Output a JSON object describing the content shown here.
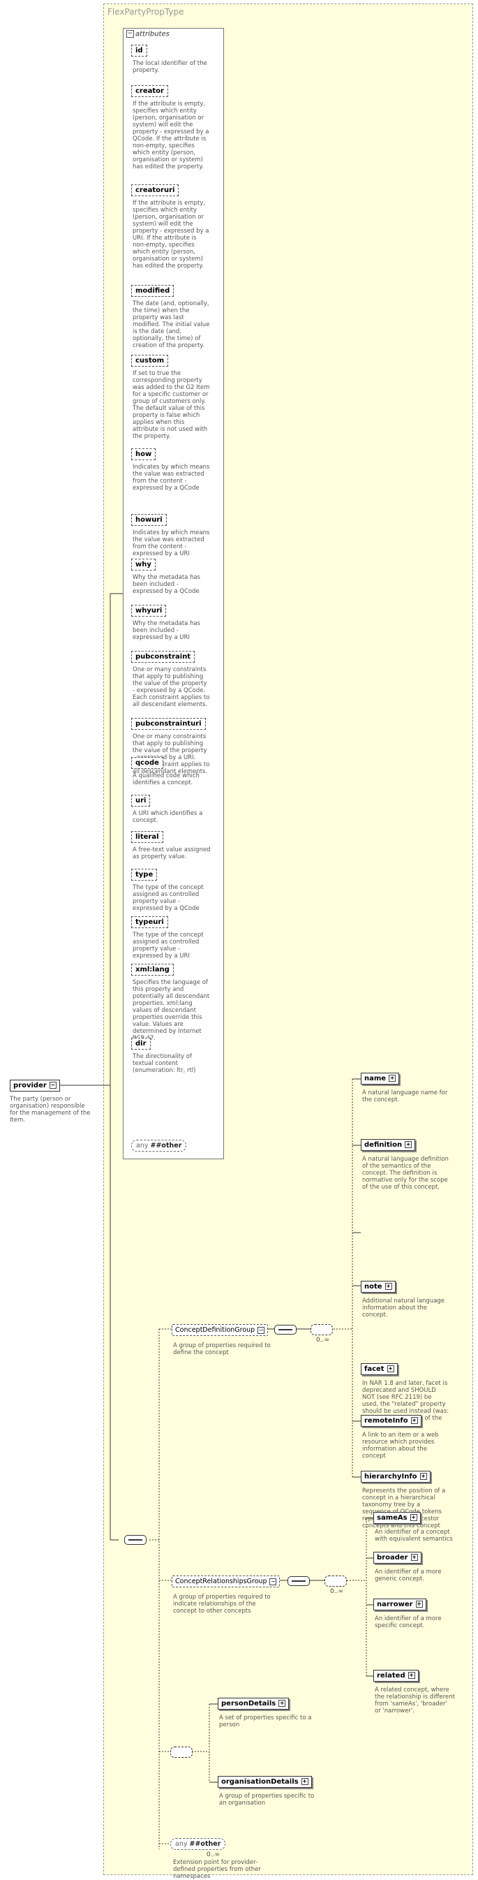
{
  "type_name": "FlexPartyPropType",
  "attributes_header": "attributes",
  "attributes": [
    {
      "name": "id",
      "desc": "The local identifier of the property."
    },
    {
      "name": "creator",
      "desc": "If the attribute is empty, specifies which entity (person, organisation or system) will edit the property - expressed by a QCode. If the attribute is non-empty, specifies which entity (person, organisation or system) has edited the property."
    },
    {
      "name": "creatoruri",
      "desc": "If the attribute is empty, specifies which entity (person, organisation or system) will edit the property - expressed by a URI. If the attribute is non-empty, specifies which entity (person, organisation or system) has edited the property."
    },
    {
      "name": "modified",
      "desc": "The date (and, optionally, the time) when the property was last modified. The initial value is the date (and, optionally, the time) of creation of the property."
    },
    {
      "name": "custom",
      "desc": "If set to true the corresponding property was added to the G2 Item for a specific customer or group of customers only. The default value of this property is false which applies when this attribute is not used with the property."
    },
    {
      "name": "how",
      "desc": "Indicates by which means the value was extracted from the content - expressed by a QCode"
    },
    {
      "name": "howuri",
      "desc": "Indicates by which means the value was extracted from the content - expressed by a URI"
    },
    {
      "name": "why",
      "desc": "Why the metadata has been included - expressed by a QCode"
    },
    {
      "name": "whyuri",
      "desc": "Why the metadata has been included - expressed by a URI"
    },
    {
      "name": "pubconstraint",
      "desc": "One or many constraints that apply to publishing the value of the property - expressed by a QCode. Each constraint applies to all descendant elements."
    },
    {
      "name": "pubconstrainturi",
      "desc": "One or many constraints that apply to publishing the value of the property - expressed by a URI. Each constraint applies to all descendant elements."
    },
    {
      "name": "qcode",
      "desc": "A qualified code which identifies a concept."
    },
    {
      "name": "uri",
      "desc": "A URI which identifies a concept."
    },
    {
      "name": "literal",
      "desc": "A free-text value assigned as property value."
    },
    {
      "name": "type",
      "desc": "The type of the concept assigned as controlled property value - expressed by a QCode"
    },
    {
      "name": "typeuri",
      "desc": "The type of the concept assigned as controlled property value - expressed by a URI"
    },
    {
      "name": "xml:lang",
      "desc": "Specifies the language of this property and potentially all descendant properties. xml:lang values of descendant properties override this value. Values are determined by Internet BCP 47."
    },
    {
      "name": "dir",
      "desc": "The directionality of textual content (enumeration: ltr, rtl)"
    }
  ],
  "attr_any": {
    "prefix": "any",
    "ns": "##other"
  },
  "root": {
    "name": "provider",
    "desc": "The party (person or organisation) responsible for the management of the Item."
  },
  "groups": {
    "concept_definition": {
      "name": "ConceptDefinitionGroup",
      "desc": "A group of properties required to define the concept",
      "card": "0..∞"
    },
    "concept_relationships": {
      "name": "ConceptRelationshipsGroup",
      "desc": "A group of properties required to indicate relationships of the concept to other concepts",
      "card": "0..∞"
    }
  },
  "definition_elements": [
    {
      "name": "name",
      "desc": "A natural language name for the concept."
    },
    {
      "name": "definition",
      "desc": "A natural language definition of the semantics of the concept. The definition is normative only for the scope of the use of this concept."
    },
    {
      "name": "note",
      "desc": "Additional natural language information about the concept."
    },
    {
      "name": "facet",
      "desc": "In NAR 1.8 and later, facet is deprecated and SHOULD NOT (see RFC 2119) be used, the \"related\" property should be used instead (was: An intrinsic property of the concept.)"
    },
    {
      "name": "remoteInfo",
      "desc": "A link to an item or a web resource which provides information about the concept"
    },
    {
      "name": "hierarchyInfo",
      "desc": "Represents the position of a concept in a hierarchical taxonomy tree by a sequence of QCode tokens representing the ancestor concepts and this concept"
    }
  ],
  "relationship_elements": [
    {
      "name": "sameAs",
      "desc": "An identifier of a concept with equivalent semantics"
    },
    {
      "name": "broader",
      "desc": "An identifier of a more generic concept."
    },
    {
      "name": "narrower",
      "desc": "An identifier of a more specific concept."
    },
    {
      "name": "related",
      "desc": "A related concept, where the relationship is different from 'sameAs', 'broader' or 'narrower'."
    }
  ],
  "choice_elements": [
    {
      "name": "personDetails",
      "desc": "A set of properties specific to a person"
    },
    {
      "name": "organisationDetails",
      "desc": "A group of properties specific to an organisation"
    }
  ],
  "bottom_any": {
    "prefix": "any",
    "ns": "##other",
    "card": "0..∞",
    "desc": "Extension point for provider-defined properties from other namespaces"
  }
}
